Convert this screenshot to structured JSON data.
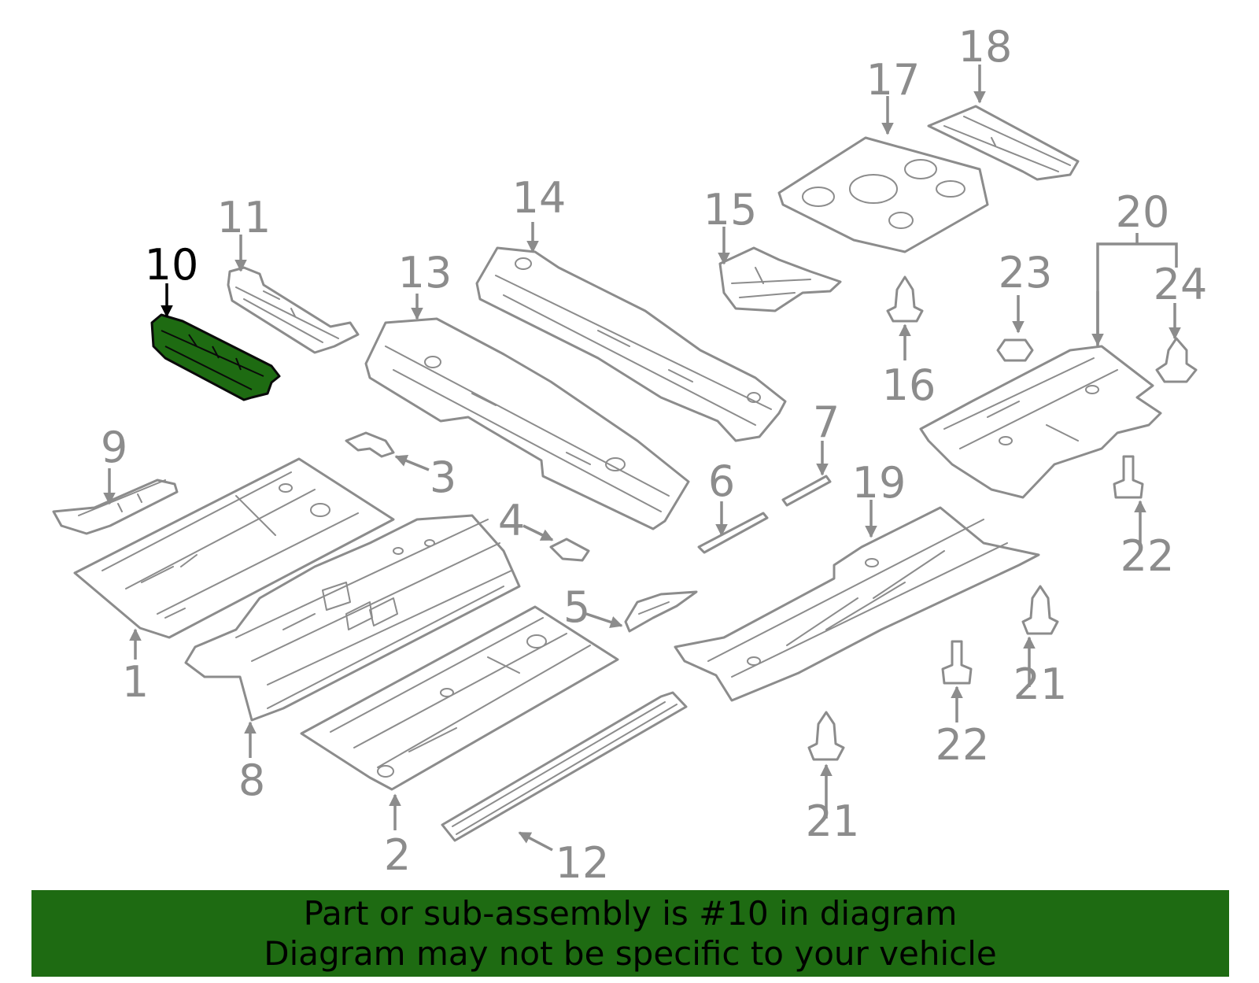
{
  "highlight_color": "#1e6b12",
  "part_color": "#8c8c8c",
  "callouts": {
    "c1": "1",
    "c2": "2",
    "c3": "3",
    "c4": "4",
    "c5": "5",
    "c6": "6",
    "c7": "7",
    "c8": "8",
    "c9": "9",
    "c10": "10",
    "c11": "11",
    "c12": "12",
    "c13": "13",
    "c14": "14",
    "c15": "15",
    "c16": "16",
    "c17": "17",
    "c18": "18",
    "c19": "19",
    "c20": "20",
    "c21a": "21",
    "c21b": "21",
    "c22a": "22",
    "c22b": "22",
    "c23": "23",
    "c24": "24"
  },
  "banner": {
    "line1": "Part or sub-assembly is #10 in diagram",
    "line2": "Diagram may not be specific to your vehicle"
  }
}
